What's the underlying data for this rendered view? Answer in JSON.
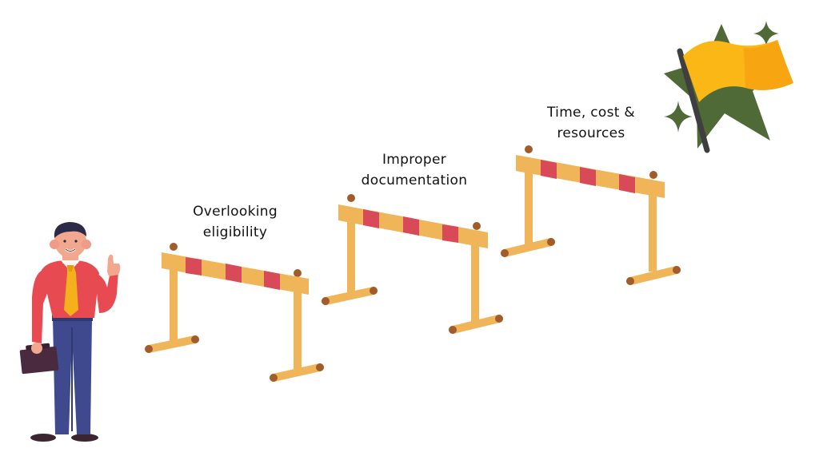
{
  "hurdles": [
    {
      "label_line1": "Overlooking",
      "label_line2": "eligibility"
    },
    {
      "label_line1": "Improper",
      "label_line2": "documentation"
    },
    {
      "label_line1": "Time, cost &",
      "label_line2": "resources"
    }
  ],
  "icons": {
    "person": "businessman-pointing-icon",
    "goal": "finish-flag-star-icon"
  },
  "colors": {
    "hurdle_frame": "#f0b558",
    "hurdle_stripe": "#d94a58",
    "hurdle_foot": "#a15c2c",
    "flag": "#fbb716",
    "star": "#4f6a37",
    "shirt": "#e84a52",
    "tie": "#f4b11c",
    "pants": "#3e4a8d"
  }
}
